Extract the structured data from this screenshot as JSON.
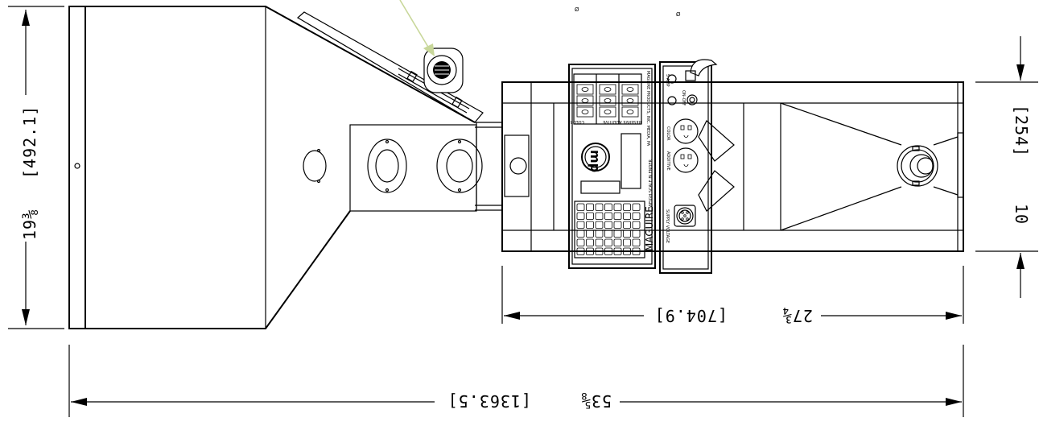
{
  "dimensions": {
    "height_left": {
      "inch": "19⅜",
      "mm": "[492.1]"
    },
    "height_right": {
      "inch": "10",
      "mm": "[254]"
    },
    "width_body": {
      "inch": "27¾",
      "mm": "[704.9]"
    },
    "width_total": {
      "inch": "53⅝",
      "mm": "[1363.5]"
    }
  },
  "panel": {
    "brand": "MAGUIRE",
    "model": "WEIGH SCALE BLENDER",
    "maker": "MAGUIRE PRODUCTS, INC. MEDIA, PA",
    "reserve_label": "RESERVE ADDITIVE",
    "additive_label": "ADDITIVE",
    "color_label": "COLOR",
    "color_outlet_label": "COLOR",
    "additive_outlet_label": "ADDITIVE",
    "amp_label": "5 AMP",
    "switch_label": "ON-OFF",
    "connector_label": "SUPPLY VOLTAGE"
  },
  "marks": {
    "phi_1": "Ø",
    "phi_2": "Ø"
  },
  "colors": {
    "leader": "#c8d79a",
    "ink": "#000000"
  }
}
